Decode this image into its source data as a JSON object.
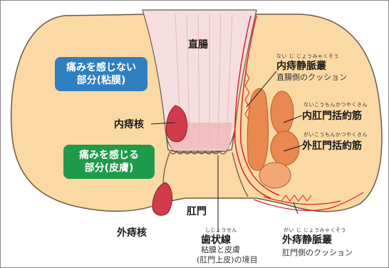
{
  "colors": {
    "skin": "#fbd9a4",
    "skin_outline": "#6b5a44",
    "rectum": "#f7dede",
    "rectum_lines": "#e7b9b9",
    "muscle": "#e9884f",
    "muscle_light": "#f2a874",
    "hemorrhoid": "#d23b4a",
    "vein": "#d8232e",
    "callout_blue": "#2f7fc1",
    "callout_green": "#1f9a4a"
  },
  "labels": {
    "rectum": "直腸",
    "anus": "肛門",
    "internal_hemorrhoid": "内痔核",
    "external_hemorrhoid": "外痔核",
    "internal_plexus_ruby": "ない じ じょうみゃくそう",
    "internal_plexus": "内痔静脈叢",
    "internal_plexus_sub": "直腸側のクッション",
    "internal_sphincter_ruby": "ないこうもんかつやくきん",
    "internal_sphincter": "内肛門括約筋",
    "external_sphincter_ruby": "がいこうもんかつやくきん",
    "external_sphincter": "外肛門括約筋",
    "dentate_ruby": "しじょうせん",
    "dentate_line": "歯状線",
    "dentate_sub_1": "粘膜と皮膚",
    "dentate_sub_2": "(肛門上皮)の境目",
    "external_plexus_ruby": "がい じ じょうみゃくそう",
    "external_plexus": "外痔静脈叢",
    "external_plexus_sub": "肛門側のクッション"
  },
  "callouts": {
    "painless_line1": "痛みを感じない",
    "painless_line2": "部分(粘膜)",
    "painful_line1": "痛みを感じる",
    "painful_line2": "部分(皮膚)"
  }
}
